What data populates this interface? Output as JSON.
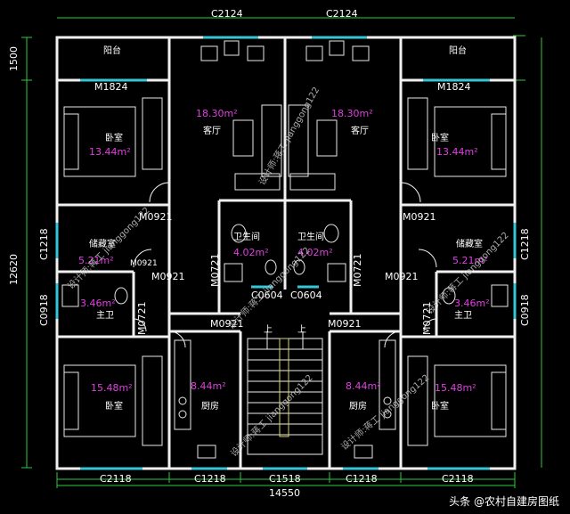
{
  "colors": {
    "wall": "#f0f0f0",
    "window": "#36c6d8",
    "dimension": "#2ecc40",
    "area": "#e040e0",
    "stair": "#d8d860",
    "bg": "#000000"
  },
  "codes": {
    "c2124_left": "C2124",
    "c2124_right": "C2124",
    "m1824_left": "M1824",
    "m1824_right": "M1824",
    "m0921_a": "M0921",
    "m0921_b": "M0921",
    "m0921_c": "M0921",
    "m0921_d": "M0921",
    "m0921_e": "M0921",
    "m0921_f": "M0921",
    "m0921_g": "M0921",
    "m0721_a": "M0721",
    "m0721_b": "M0721",
    "m0721_c": "M0721",
    "m0721_d": "M0721",
    "c1218_left": "C1218",
    "c1218_right": "C1218",
    "c0918_left": "C0918",
    "c0918_right": "C0918",
    "c0604_left": "C0604",
    "c0604_right": "C0604",
    "bottom_c2118_left": "C2118",
    "bottom_c1218_left": "C1218",
    "bottom_c1518": "C1518",
    "bottom_c1218_right": "C1218",
    "bottom_c2118_right": "C2118"
  },
  "rooms": {
    "balcony_left": "阳台",
    "balcony_right": "阳台",
    "living_left": "客厅",
    "living_right": "客厅",
    "bedroom_tl": "卧室",
    "bedroom_tr": "卧室",
    "bedroom_bl": "卧室",
    "bedroom_br": "卧室",
    "storage_left": "储藏室",
    "storage_right": "储藏室",
    "bath_center_left": "卫生间",
    "bath_center_right": "卫生间",
    "bath_main_left": "主卫",
    "bath_main_right": "主卫",
    "kitchen_left": "厨房",
    "kitchen_right": "厨房",
    "stair_up_left": "上",
    "stair_up_right": "上"
  },
  "areas": {
    "living_left": "18.30m²",
    "living_right": "18.30m²",
    "bedroom_tl": "13.44m²",
    "bedroom_tr": "13.44m²",
    "bedroom_bl": "15.48m²",
    "bedroom_br": "15.48m²",
    "storage_left": "5.21m²",
    "storage_right": "5.21m²",
    "bath_center_left": "4.02m²",
    "bath_center_right": "4.02m²",
    "bath_main_left": "3.46m²",
    "bath_main_right": "3.46m²",
    "kitchen_left": "8.44m²",
    "kitchen_right": "8.44m²"
  },
  "dimensions": {
    "total_width": "14550",
    "total_depth": "12620",
    "balcony_depth": "1500"
  },
  "watermarks": [
    "设计师:蒋工 jianggong122",
    "设计师:蒋工 jianggong122",
    "设计师:蒋工 jianggong122",
    "设计师:蒋工 jianggong122",
    "设计师:蒋工 jianggong122",
    "设计师:蒋工 jianggong122"
  ],
  "branding": {
    "source": "头条 @农村自建房图纸"
  }
}
